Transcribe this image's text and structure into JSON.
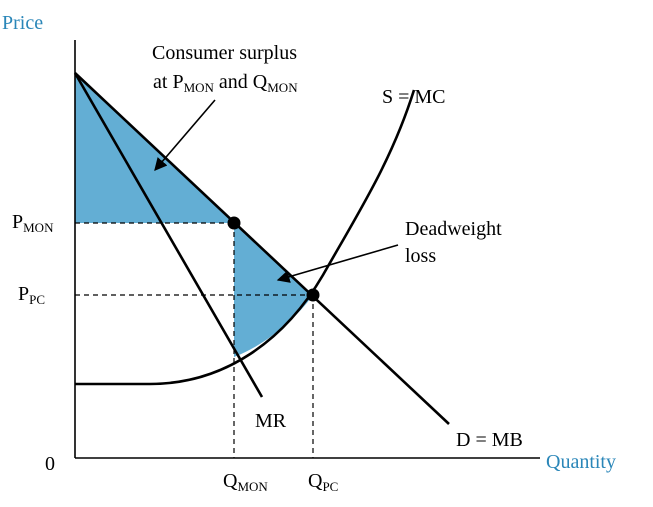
{
  "axes": {
    "y_title": "Price",
    "x_title": "Quantity",
    "origin": "0"
  },
  "price_labels": {
    "p_mon": {
      "main": "P",
      "sub": "MON"
    },
    "p_pc": {
      "main": "P",
      "sub": "PC"
    }
  },
  "quantity_labels": {
    "q_mon": {
      "main": "Q",
      "sub": "MON"
    },
    "q_pc": {
      "main": "Q",
      "sub": "PC"
    }
  },
  "curves": {
    "supply": "S = MC",
    "demand": "D = MB",
    "marginal_revenue": "MR"
  },
  "annotations": {
    "consumer_surplus": {
      "line1": "Consumer surplus",
      "line2_prefix": "at ",
      "line2_p": "P",
      "line2_p_sub": "MON",
      "line2_and": " and ",
      "line2_q": "Q",
      "line2_q_sub": "MON"
    },
    "deadweight_loss": {
      "line1": "Deadweight",
      "line2": "loss"
    }
  },
  "colors": {
    "axis_title": "#2a86b8",
    "shaded_area": "#63aed4",
    "lines": "#000000"
  }
}
